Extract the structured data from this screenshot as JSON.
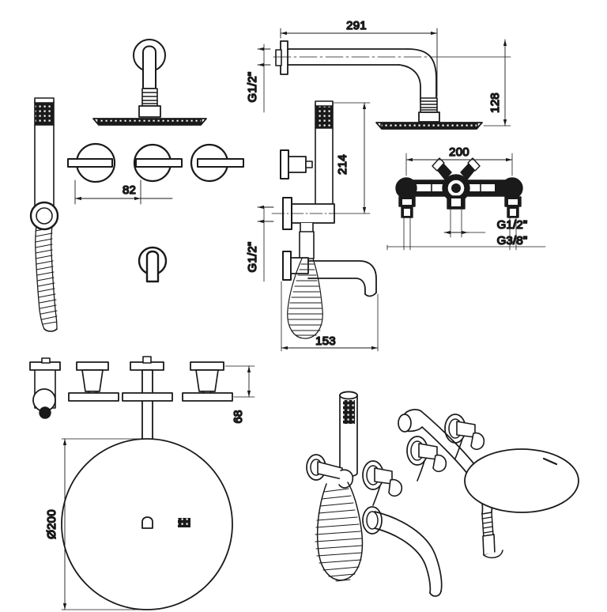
{
  "drawing": {
    "type": "technical-dimension-drawing",
    "subject": "wall-mounted shower and bath mixer set",
    "background_color": "#ffffff",
    "line_color": "#1a1a1a",
    "units": "mm"
  },
  "dimensions": {
    "shower_arm_projection": "291",
    "shower_head_drop": "128",
    "handle_spacing": "82",
    "handshower_height": "214",
    "spout_projection": "153",
    "valve_center_spacing": "200",
    "escutcheon_height": "68",
    "rose_diameter": "Ø200"
  },
  "thread_labels": {
    "arm_inlet": "G1/2\"",
    "spout_inlet": "G1/2\"",
    "valve_outlet": "G1/2\"",
    "valve_inlet": "G3/8\""
  },
  "views": [
    {
      "id": "handshower-front",
      "name": "Hand shower with hose and wall bracket — front elevation"
    },
    {
      "id": "rain-head-front",
      "name": "Rain shower head on arm — front elevation"
    },
    {
      "id": "handles-front",
      "name": "Three lever handles on round escutcheons — front elevation"
    },
    {
      "id": "spout-front",
      "name": "Bath spout — front elevation"
    },
    {
      "id": "shower-arm-side",
      "name": "Shower arm with rain head — side elevation"
    },
    {
      "id": "handshower-side",
      "name": "Hand shower, bracket, hose and spout — side elevation"
    },
    {
      "id": "rough-in-valve",
      "name": "Concealed rough-in valve body with unions"
    },
    {
      "id": "top-view",
      "name": "Handles and rain rose — plan / top view"
    },
    {
      "id": "perspective",
      "name": "Assembled set — 3D perspective view"
    }
  ]
}
